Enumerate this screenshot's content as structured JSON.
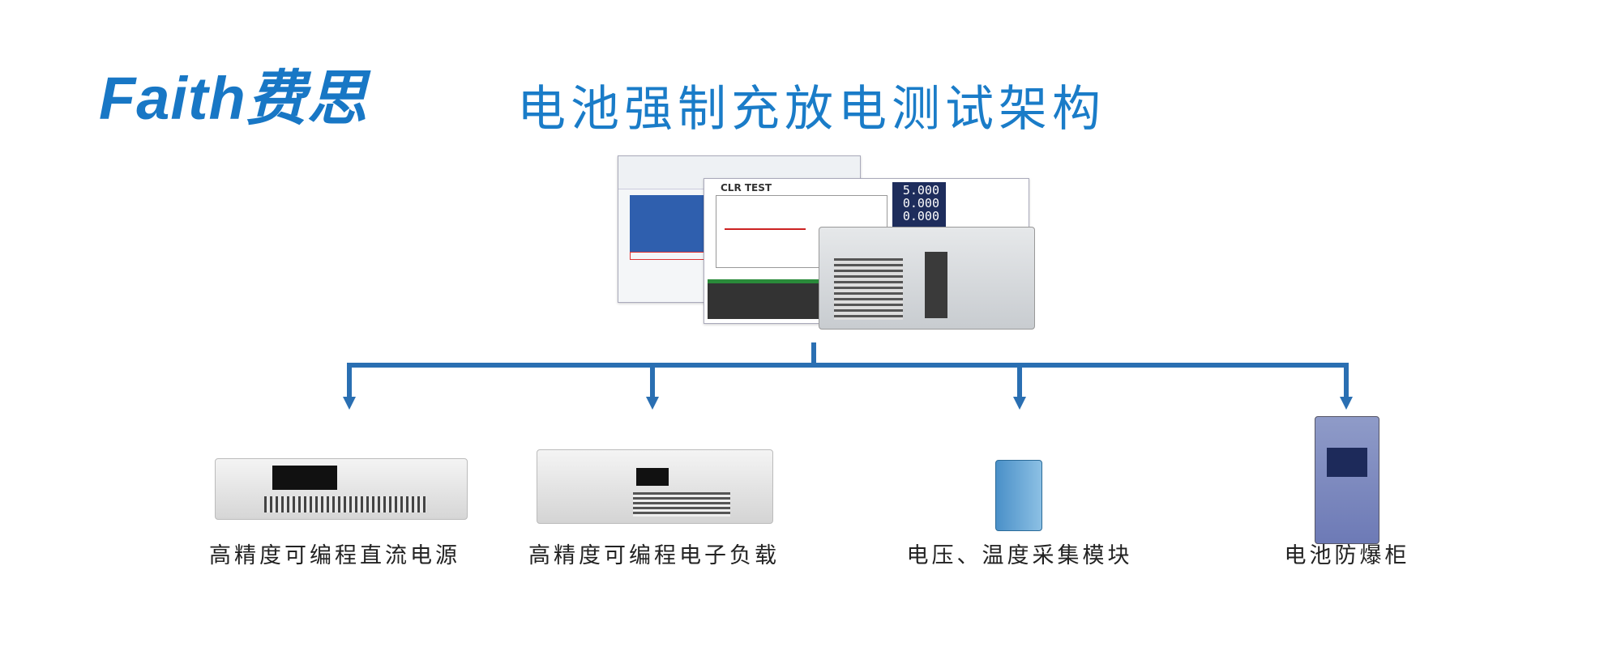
{
  "logo": {
    "text": "Faith费思"
  },
  "title": "电池强制充放电测试架构",
  "software": {
    "readouts": [
      "5.000",
      "0.000",
      "0.000"
    ],
    "toolbar_text": "CLR TEST"
  },
  "devices": [
    {
      "label": "高精度可编程直流电源",
      "icon": "dc-power-supply"
    },
    {
      "label": "高精度可编程电子负载",
      "icon": "electronic-load"
    },
    {
      "label": "电压、温度采集模块",
      "icon": "acquisition-module"
    },
    {
      "label": "电池防爆柜",
      "icon": "explosion-proof-chamber"
    }
  ],
  "colors": {
    "brand": "#1877c5",
    "connector": "#2a6fb2"
  }
}
